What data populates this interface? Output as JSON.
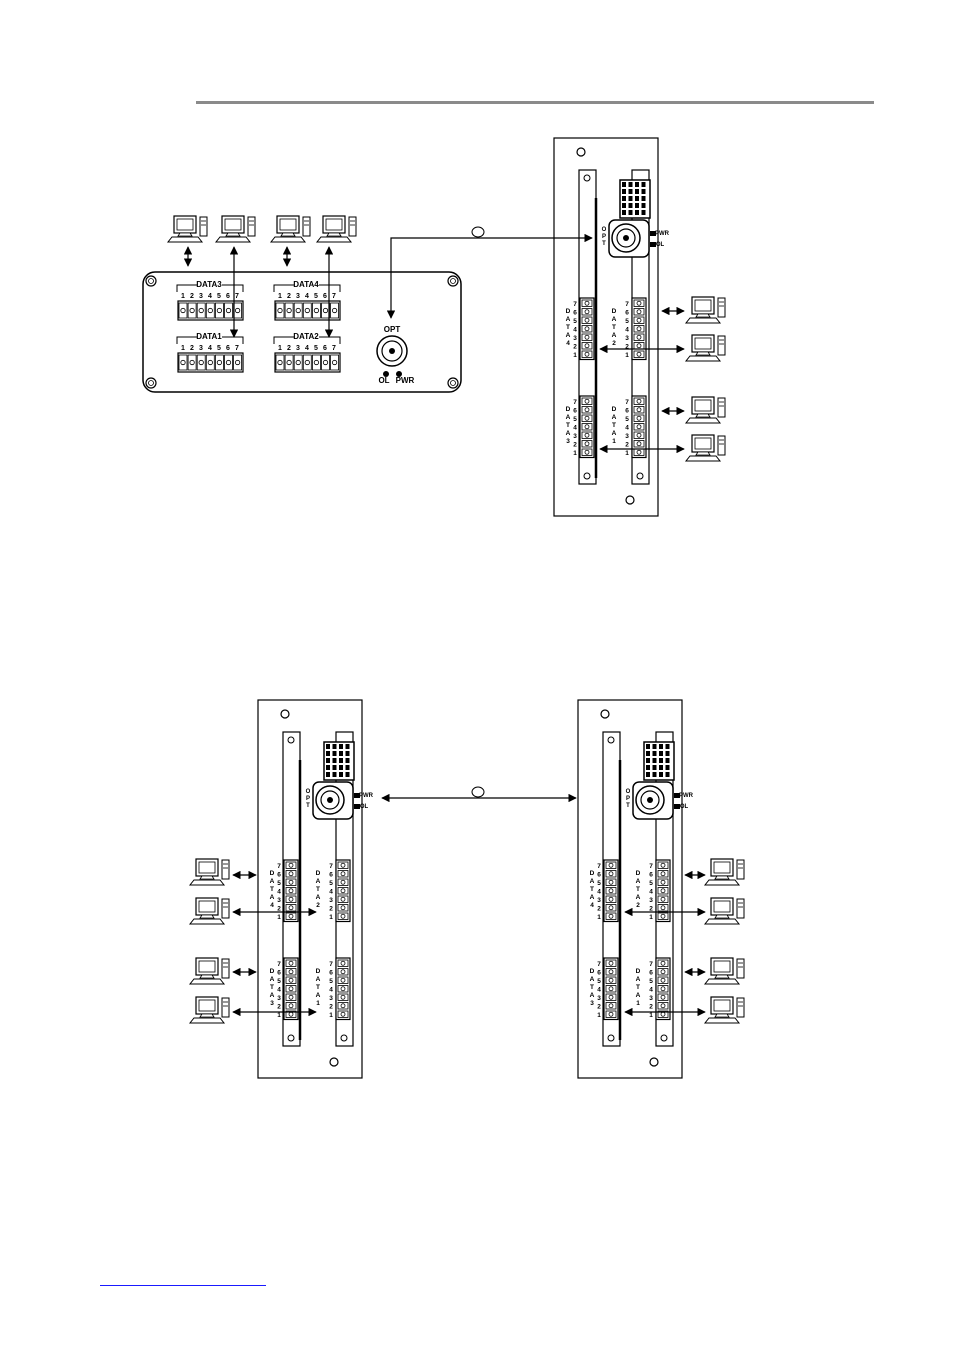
{
  "rack": {
    "opt_letters": [
      "O",
      "P",
      "T"
    ],
    "pwr_label": "PWR",
    "ol_label": "OL",
    "group_a": {
      "name_letters": [
        "D",
        "A",
        "T",
        "A",
        "4"
      ],
      "numbers": [
        "7",
        "6",
        "5",
        "4",
        "3",
        "2",
        "1"
      ]
    },
    "group_b": {
      "name_letters": [
        "D",
        "A",
        "T",
        "A",
        "2"
      ],
      "numbers": [
        "7",
        "6",
        "5",
        "4",
        "3",
        "2",
        "1"
      ]
    },
    "group_c": {
      "name_letters": [
        "D",
        "A",
        "T",
        "A",
        "3"
      ],
      "numbers": [
        "7",
        "6",
        "5",
        "4",
        "3",
        "2",
        "1"
      ]
    },
    "group_d": {
      "name_letters": [
        "D",
        "A",
        "T",
        "A",
        "1"
      ],
      "numbers": [
        "7",
        "6",
        "5",
        "4",
        "3",
        "2",
        "1"
      ]
    }
  },
  "standalone": {
    "data3_label": "DATA3",
    "data4_label": "DATA4",
    "data1_label": "DATA1",
    "data2_label": "DATA2",
    "pin_numbers": [
      "1",
      "2",
      "3",
      "4",
      "5",
      "6",
      "7"
    ],
    "opt_label": "OPT",
    "ol_label": "OL",
    "pwr_label": "PWR"
  },
  "colors": {
    "line": "#000000",
    "rule": "#8a8a8a",
    "link": "#1a1aff",
    "panel": "#ffffff"
  }
}
